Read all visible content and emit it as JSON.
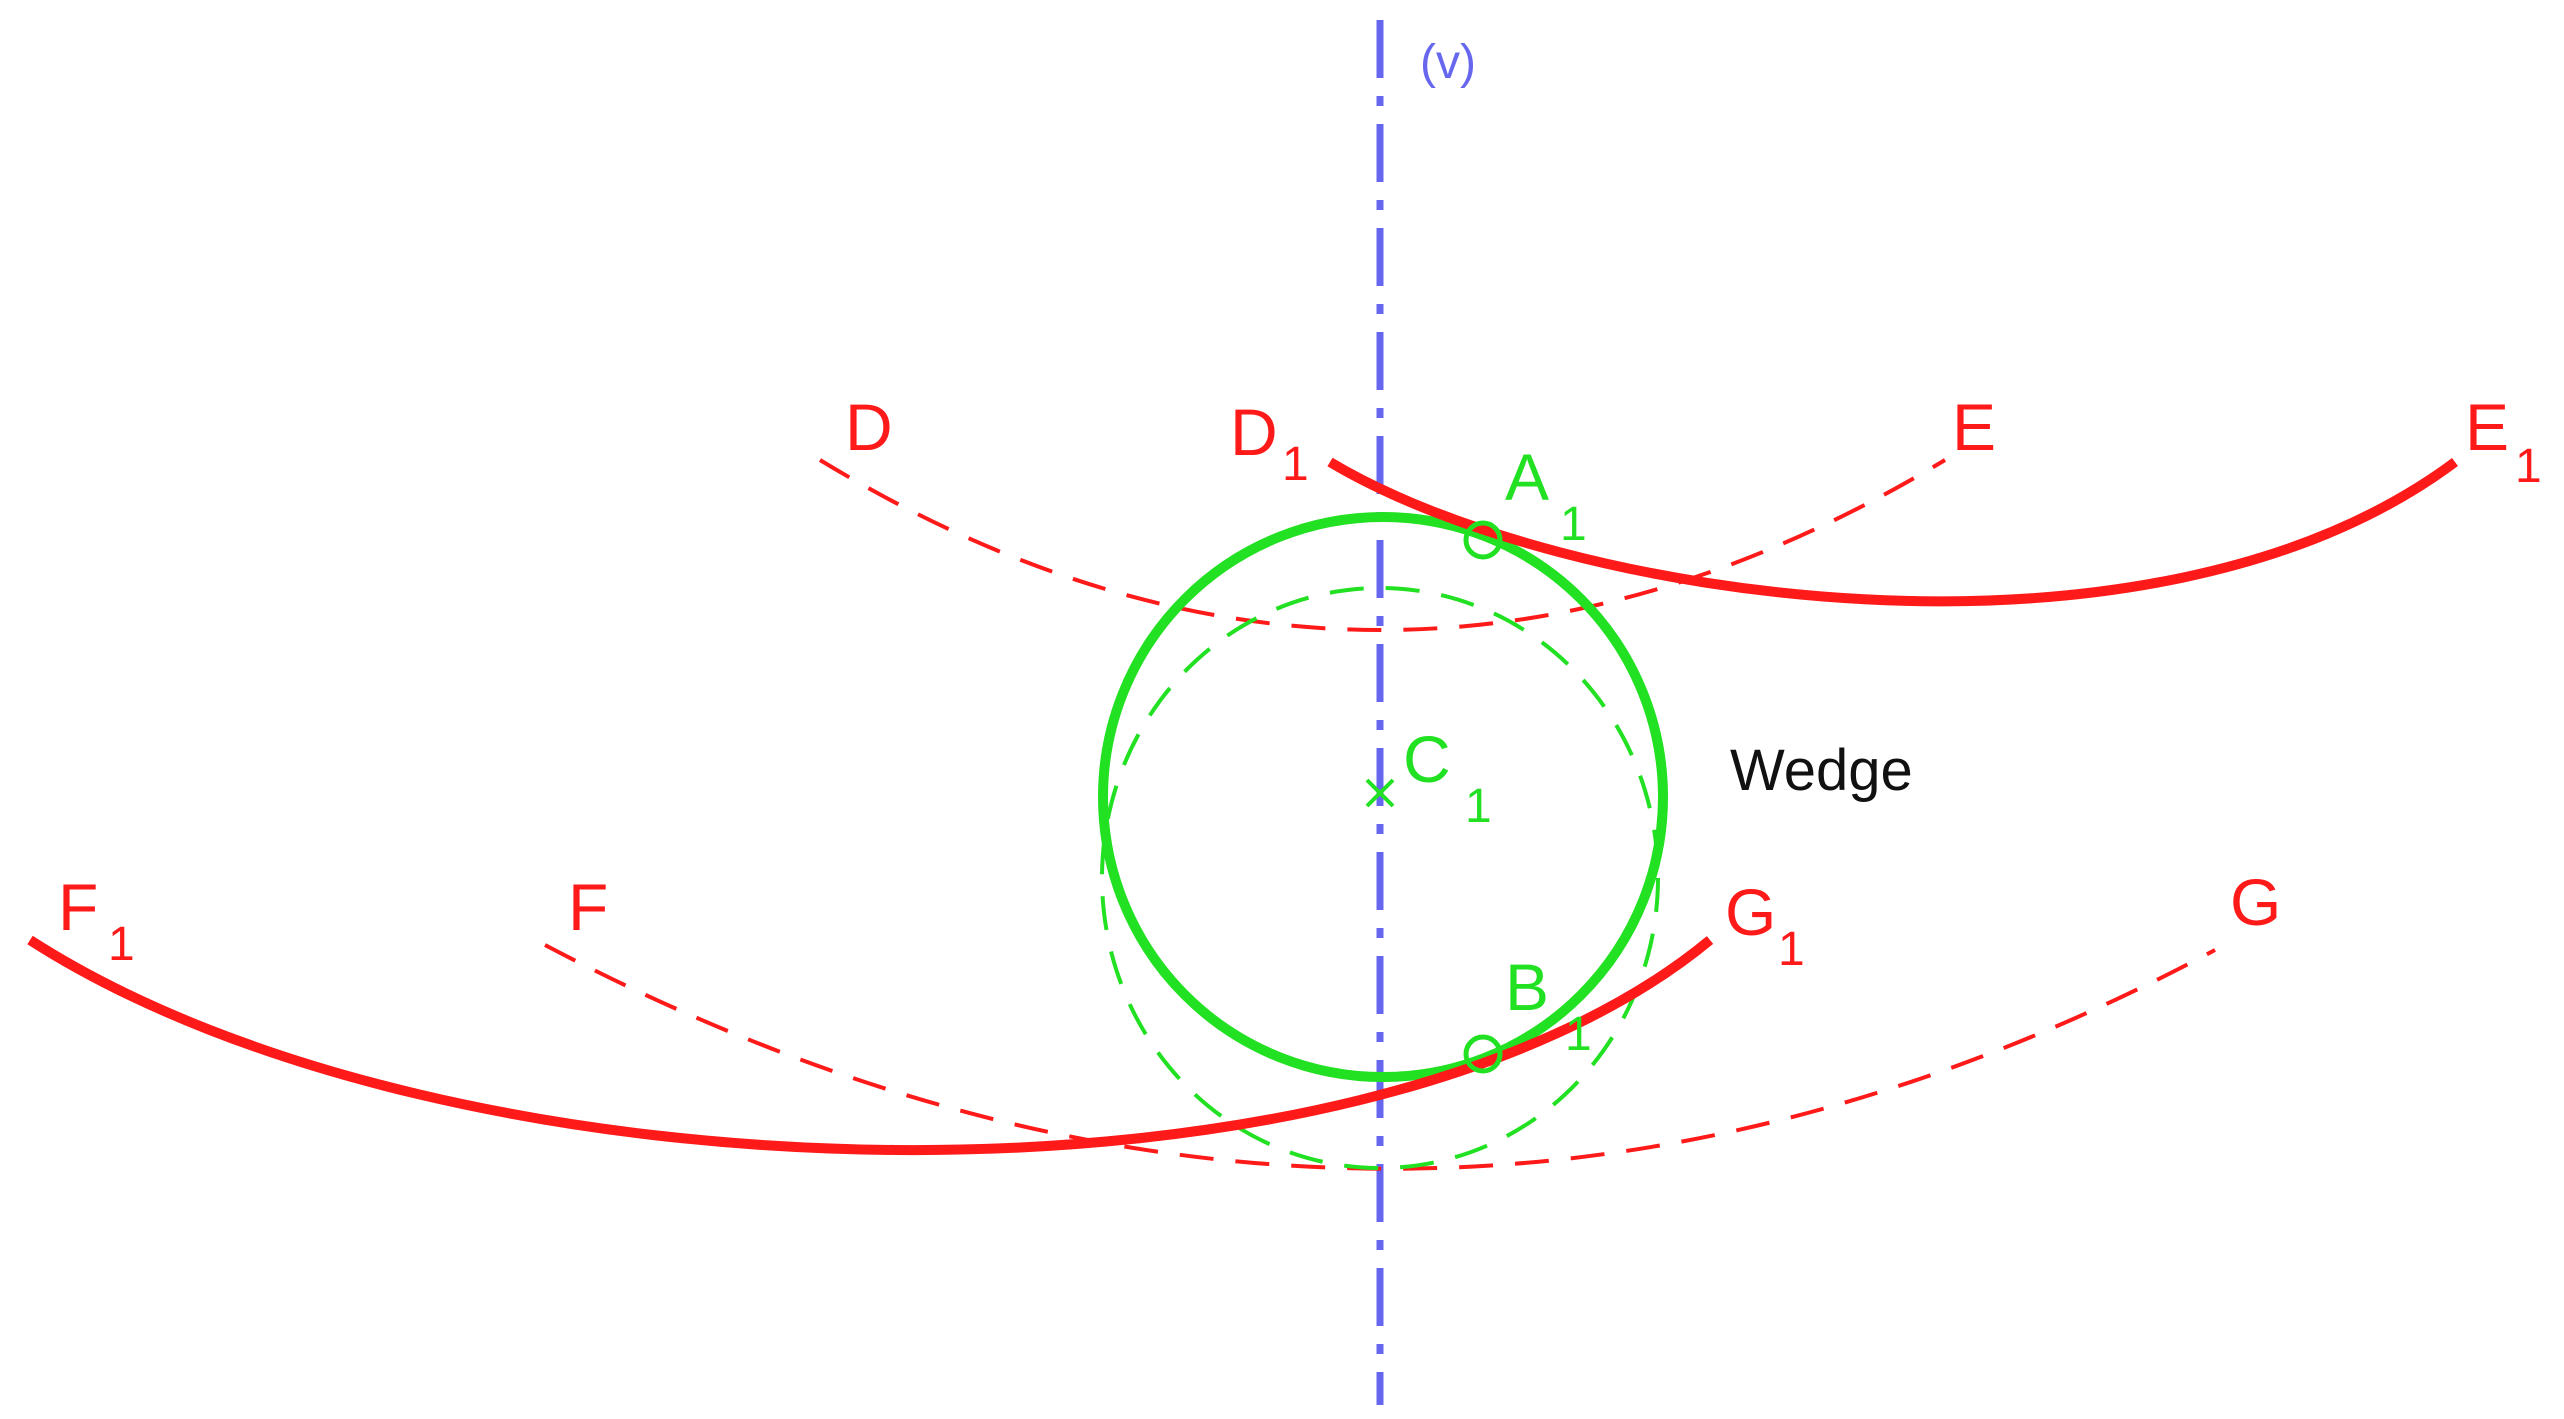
{
  "colors": {
    "curve": "#ff1a1a",
    "circle": "#22e022",
    "axis": "#6666ee",
    "text": "#111111"
  },
  "axis_label": "(v)",
  "wedge_label": "Wedge",
  "labels": {
    "D": "D",
    "D1": "D",
    "D1_sub": "1",
    "E": "E",
    "E1": "E",
    "E1_sub": "1",
    "F": "F",
    "F1": "F",
    "F1_sub": "1",
    "G": "G",
    "G1": "G",
    "G1_sub": "1",
    "A1": "A",
    "A1_sub": "1",
    "B1": "B",
    "B1_sub": "1",
    "C1": "C",
    "C1_sub": "1"
  }
}
